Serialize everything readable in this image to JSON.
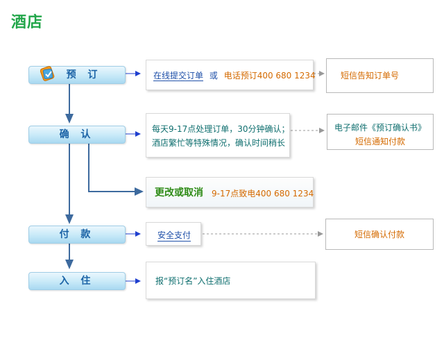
{
  "title": "酒店",
  "steps": {
    "book": "预 订",
    "confirm": "确 认",
    "pay": "付 款",
    "checkin": "入 住"
  },
  "book_box": {
    "online": "在线提交订单",
    "or": "或",
    "phone": "电话预订400 680 1234"
  },
  "book_note": "短信告知订单号",
  "confirm_box": {
    "line1": "每天9-17点处理订单，30分钟确认；",
    "line2": "酒店繁忙等特殊情况，确认时间稍长"
  },
  "confirm_note": {
    "line1": "电子邮件《预订确认书》",
    "line2": "短信通知付款"
  },
  "change_box": {
    "label": "更改或取消",
    "phone": "9-17点致电400 680 1234"
  },
  "pay_box": {
    "label": "安全支付"
  },
  "pay_note": "短信确认付款",
  "checkin_box": {
    "text": "报“预订名”入住酒店"
  },
  "colors": {
    "title": "#22a64a",
    "step_text": "#1b63a6",
    "flow_arrow": "#3d6a9e",
    "connector": "#1f3fcf",
    "orange": "#d46a00",
    "teal": "#0f6f6f",
    "green": "#2e8b16"
  }
}
